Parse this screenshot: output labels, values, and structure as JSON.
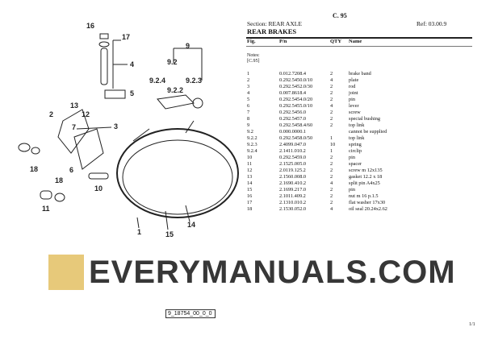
{
  "header": {
    "page": "C. 95",
    "section": "Section: REAR AXLE",
    "ref": "Ref: 03.00.9",
    "title": "REAR BRAKES"
  },
  "columns": {
    "fig": "Fig.",
    "pn": "P/n",
    "qty": "QTY",
    "name": "Name"
  },
  "notes": {
    "label": "Notes:",
    "value": "[C.95]"
  },
  "rows": [
    {
      "fig": "1",
      "pn": "0.012.7208.4",
      "qty": "2",
      "name": "brake band"
    },
    {
      "fig": "2",
      "pn": "0.292.5450.0/10",
      "qty": "4",
      "name": "plate"
    },
    {
      "fig": "3",
      "pn": "0.292.5452.0/30",
      "qty": "2",
      "name": "rod"
    },
    {
      "fig": "4",
      "pn": "0.007.8618.4",
      "qty": "2",
      "name": "joint"
    },
    {
      "fig": "5",
      "pn": "0.292.5454.0/20",
      "qty": "2",
      "name": "pin"
    },
    {
      "fig": "6",
      "pn": "0.292.5455.0/10",
      "qty": "4",
      "name": "lever"
    },
    {
      "fig": "7",
      "pn": "0.292.5456.0",
      "qty": "2",
      "name": "screw"
    },
    {
      "fig": "8",
      "pn": "0.292.5457.0",
      "qty": "2",
      "name": "special bushing"
    },
    {
      "fig": "9",
      "pn": "0.292.5458.4/60",
      "qty": "2",
      "name": "top link"
    },
    {
      "fig": "9.2",
      "pn": "0.000.0000.1",
      "qty": "",
      "name": "cannot be supplied"
    },
    {
      "fig": "9.2.2",
      "pn": "0.292.5458.0/50",
      "qty": "1",
      "name": "top link"
    },
    {
      "fig": "9.2.3",
      "pn": "2.4099.047.0",
      "qty": "10",
      "name": "spring"
    },
    {
      "fig": "9.2.4",
      "pn": "2.1411.010.2",
      "qty": "1",
      "name": "circlip"
    },
    {
      "fig": "10",
      "pn": "0.292.5459.0",
      "qty": "2",
      "name": "pin"
    },
    {
      "fig": "11",
      "pn": "2.1525.005.0",
      "qty": "2",
      "name": "spacer"
    },
    {
      "fig": "12",
      "pn": "2.0119.125.2",
      "qty": "2",
      "name": "screw m 12x135"
    },
    {
      "fig": "13",
      "pn": "2.1560.008.0",
      "qty": "2",
      "name": "gasket 12.2 x 18"
    },
    {
      "fig": "14",
      "pn": "2.1690.410.2",
      "qty": "4",
      "name": "split pin A4x25"
    },
    {
      "fig": "15",
      "pn": "2.1699.217.0",
      "qty": "2",
      "name": "pin"
    },
    {
      "fig": "16",
      "pn": "2.1011.409.2",
      "qty": "2",
      "name": "nut m 16 p.1.5"
    },
    {
      "fig": "17",
      "pn": "2.1310.010.2",
      "qty": "2",
      "name": "flat washer 17x30"
    },
    {
      "fig": "18",
      "pn": "2.1530.052.0",
      "qty": "4",
      "name": "oil seal 20.24x2.62"
    }
  ],
  "diagram": {
    "labels": [
      "16",
      "17",
      "4",
      "9",
      "9.2",
      "9.2.4",
      "9.2.3",
      "9.2.2",
      "5",
      "13",
      "2",
      "12",
      "7",
      "3",
      "6",
      "18",
      "10",
      "18",
      "11",
      "1",
      "15",
      "14"
    ],
    "figure_id": "9_18754_00_0_0"
  },
  "watermark": "EVERYMANUALS.COM",
  "footer": {
    "page_count": "1/1"
  }
}
